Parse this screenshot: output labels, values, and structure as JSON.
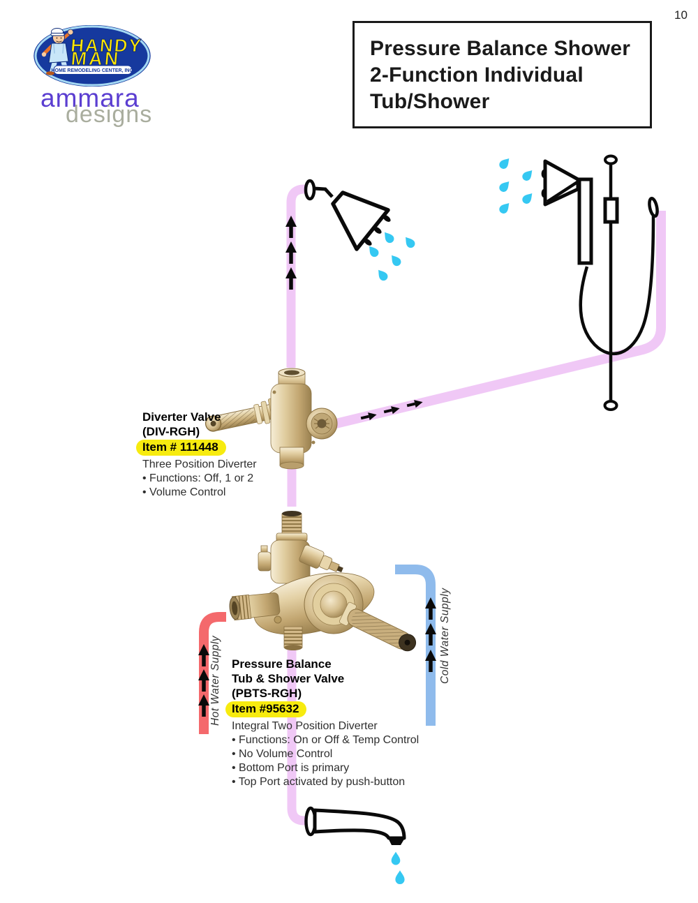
{
  "page": {
    "number": "10"
  },
  "branding": {
    "handyman": {
      "line1": "HANDY",
      "line2": "MAN",
      "tagline": "HOME REMODELING CENTER, INC."
    },
    "ammara": {
      "word1": "ammara",
      "word2": "designs"
    }
  },
  "title": {
    "lines": [
      "Pressure Balance Shower",
      "2-Function Individual",
      "Tub/Shower"
    ]
  },
  "diverter": {
    "name1": "Diverter Valve",
    "name2": "(DIV-RGH)",
    "item": "Item # 111448",
    "desc": "Three Position Diverter",
    "bullets": [
      "• Functions: Off, 1 or 2",
      "• Volume Control"
    ]
  },
  "pbts": {
    "name1": "Pressure Balance",
    "name2": "Tub & Shower Valve",
    "name3": "(PBTS-RGH)",
    "item": "Item #95632",
    "desc": "Integral Two Position Diverter",
    "bullets": [
      "• Functions: On or Off & Temp Control",
      "• No Volume Control",
      "• Bottom Port is primary",
      "• Top Port activated by push-button"
    ]
  },
  "supplies": {
    "hot": "Hot Water Supply",
    "cold": "Cold Water Supply"
  },
  "colors": {
    "mixed_pipe": "#F0C8F6",
    "hot_pipe": "#F4696C",
    "cold_pipe": "#8FBBEC",
    "water_drop": "#35C8F2",
    "highlight": "#F7EB0F",
    "brand_navy": "#16399E",
    "brand_yellow": "#FFE600",
    "brand_ring": "#A5D9F3",
    "ammara_purple": "#5B3ED1",
    "designs_gray": "#A9AD9E",
    "line_art": "#0a0a0a"
  }
}
